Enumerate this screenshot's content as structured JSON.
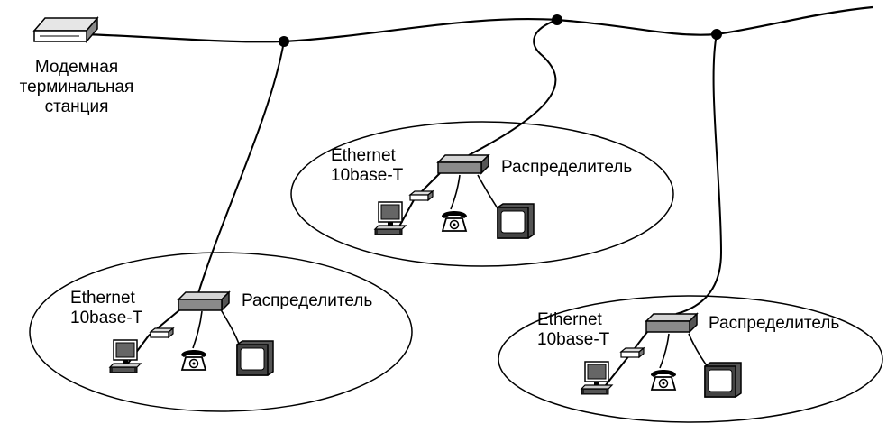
{
  "modem_station": {
    "label_line1": "Модемная",
    "label_line2": "терминальная",
    "label_line3": "станция",
    "icon": "modem-icon"
  },
  "segments": [
    {
      "network_line1": "Ethernet",
      "network_line2": "10base-T",
      "hub_label": "Распределитель",
      "icons": [
        "hub-icon",
        "transceiver-icon",
        "computer-icon",
        "telephone-icon",
        "monitor-icon"
      ]
    },
    {
      "network_line1": "Ethernet",
      "network_line2": "10base-T",
      "hub_label": "Распределитель",
      "icons": [
        "hub-icon",
        "transceiver-icon",
        "computer-icon",
        "telephone-icon",
        "monitor-icon"
      ]
    },
    {
      "network_line1": "Ethernet",
      "network_line2": "10base-T",
      "hub_label": "Распределитель",
      "icons": [
        "hub-icon",
        "transceiver-icon",
        "computer-icon",
        "telephone-icon",
        "monitor-icon"
      ]
    }
  ],
  "colors": {
    "line": "#000000",
    "fill_dark": "#555555",
    "fill_mid": "#8a8a8a",
    "fill_light": "#d4d4d4"
  }
}
